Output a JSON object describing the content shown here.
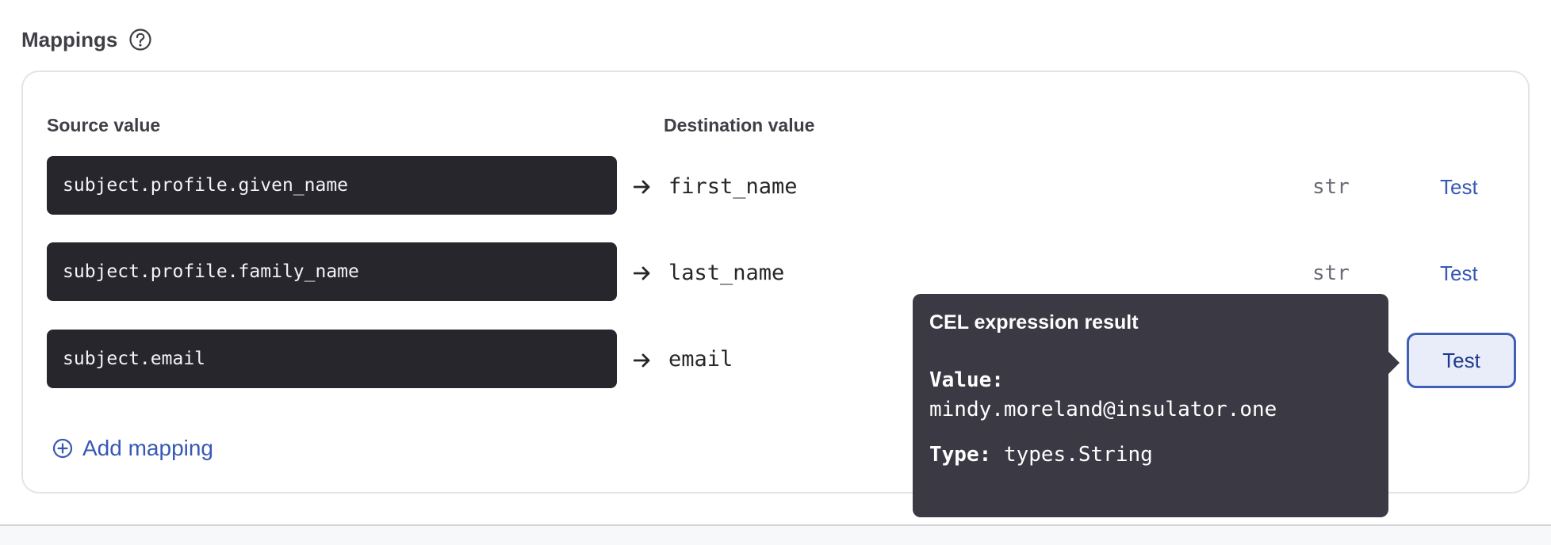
{
  "section": {
    "title": "Mappings",
    "help_icon": "question-circle-icon"
  },
  "columns": {
    "source": "Source value",
    "destination": "Destination value"
  },
  "mappings": [
    {
      "source": "subject.profile.given_name",
      "destination": "first_name",
      "type": "str",
      "test_label": "Test"
    },
    {
      "source": "subject.profile.family_name",
      "destination": "last_name",
      "type": "str",
      "test_label": "Test"
    },
    {
      "source": "subject.email",
      "destination": "email",
      "type": "",
      "test_label": "Test"
    }
  ],
  "add_mapping": {
    "label": "Add mapping",
    "icon": "plus-circle-icon"
  },
  "tooltip": {
    "title": "CEL expression result",
    "value_label": "Value:",
    "value": "mindy.moreland@insulator.one",
    "type_label": "Type:",
    "type": "types.String"
  },
  "colors": {
    "accent": "#3858b6",
    "source_bg": "#27262d",
    "tooltip_bg": "#3b3a44"
  }
}
